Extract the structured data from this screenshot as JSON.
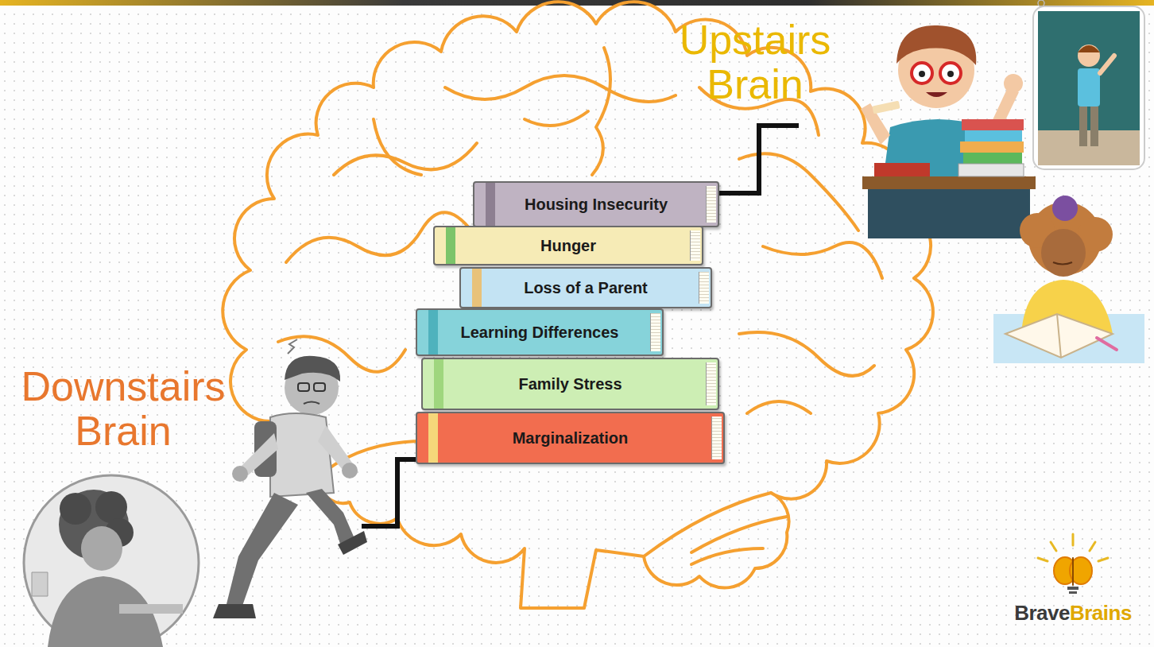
{
  "diagram": {
    "nodes": [
      {
        "text": [
          "Housing Insecurity"
        ]
      },
      {
        "text": [
          "Hunger"
        ]
      },
      {
        "text": [
          "Loss of a Parent"
        ]
      },
      {
        "text": [
          "Learning Differences"
        ]
      },
      {
        "text": [
          "Family Stress"
        ]
      },
      {
        "text": [
          "Marginalization"
        ]
      }
    ],
    "labels": [
      "Downstairs Brain",
      "Upstairs Brain",
      "Brave",
      "Brains"
    ]
  }
}
